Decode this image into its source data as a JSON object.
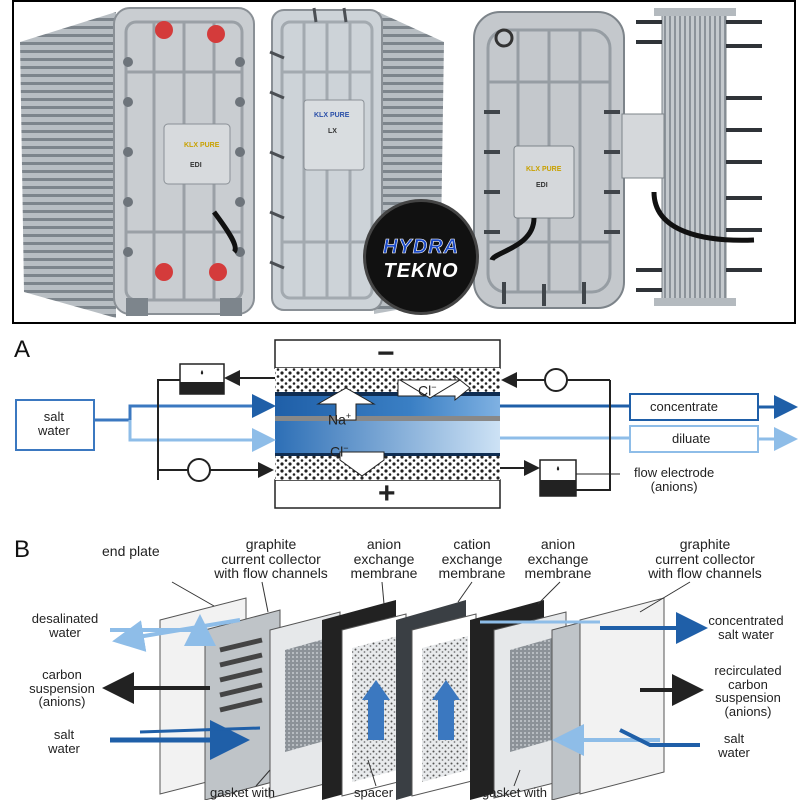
{
  "photo": {
    "units": [
      {
        "brand": "KLX PURE",
        "model": "EDI"
      },
      {
        "brand": "KLX PURE",
        "model": "LX"
      },
      {
        "brand": "KLX PURE",
        "model": "EDI"
      }
    ],
    "logo": {
      "line1": "HYDRA",
      "line2": "TEKNO"
    }
  },
  "diagram_a": {
    "label": "A",
    "cathode": "−",
    "anode": "+",
    "salt_water": [
      "salt",
      "water"
    ],
    "ion_top": "Cl",
    "ion_mid": "Na",
    "ion_bottom": "Cl",
    "minus_sup": "−",
    "plus_sup": "+",
    "concentrate": "concentrate",
    "diluate": "diluate",
    "flow_electrode": [
      "flow electrode",
      "(anions)"
    ]
  },
  "diagram_b": {
    "label": "B",
    "end_plate": "end plate",
    "graphite_left": [
      "graphite",
      "current collector",
      "with flow channels"
    ],
    "anion_left": [
      "anion",
      "exchange",
      "membrane"
    ],
    "cation": [
      "cation",
      "exchange",
      "membrane"
    ],
    "anion_right": [
      "anion",
      "exchange",
      "membrane"
    ],
    "graphite_right": [
      "graphite",
      "current collector",
      "with flow channels"
    ],
    "desalinated": [
      "desalinated",
      "water"
    ],
    "carbon": [
      "carbon",
      "suspension",
      "(anions)"
    ],
    "salt_left": [
      "salt",
      "water"
    ],
    "concentrated": [
      "concentrated",
      "salt water"
    ],
    "recirculated": [
      "recirculated",
      "carbon",
      "suspension",
      "(anions)"
    ],
    "salt_right": [
      "salt",
      "water"
    ],
    "gasket_left": "gasket with",
    "spacer": "spacer",
    "gasket_right": "gasket with"
  },
  "colors": {
    "dark_blue": "#1f5fa8",
    "light_blue": "#8ebde8",
    "dark": "#222222"
  }
}
